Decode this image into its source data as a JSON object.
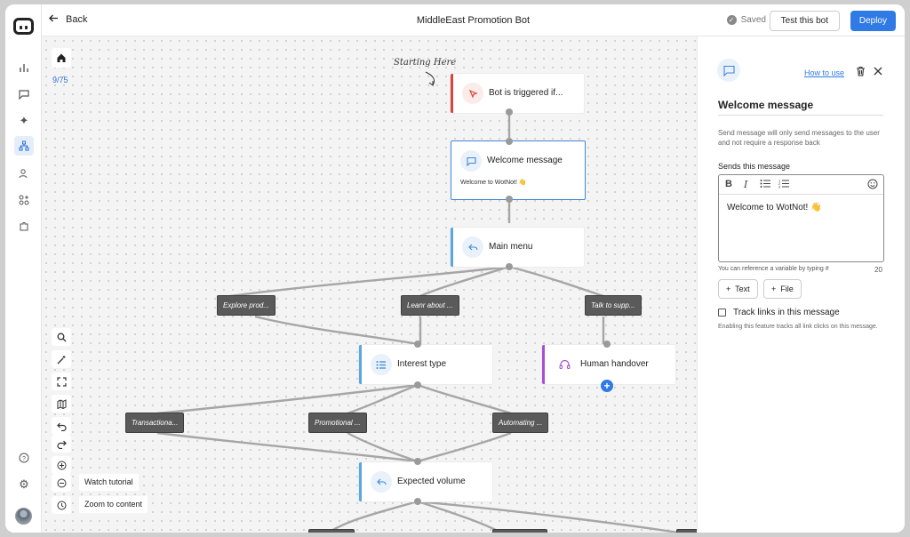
{
  "topbar": {
    "back_label": "Back",
    "title": "MiddleEast Promotion Bot",
    "saved_label": "Saved",
    "test_label": "Test this bot",
    "deploy_label": "Deploy"
  },
  "canvas": {
    "counter": "9/75",
    "annotation": "Starting Here",
    "nodes": {
      "trigger": "Bot is triggered if...",
      "welcome": "Welcome message",
      "welcome_sub": "Welcome to WotNot! 👋",
      "main_menu": "Main menu",
      "interest": "Interest type",
      "handover": "Human handover",
      "volume": "Expected volume"
    },
    "pills": {
      "explore": "Explore prod...",
      "learn": "Leanr about ...",
      "talk": "Talk to supp...",
      "transactional": "Transactiona...",
      "promotional": "Promotional ...",
      "automating": "Automating ..."
    },
    "tools": {
      "watch_tutorial": "Watch tutorial",
      "zoom_to_content": "Zoom to content"
    }
  },
  "panel": {
    "how_to_use": "How to use",
    "heading": "Welcome message",
    "description": "Send message will only send messages to the user and not require a response back",
    "sends_label": "Sends this message",
    "message": "Welcome to WotNot! 👋",
    "hint": "You can reference a variable by typing #",
    "char_count": "20",
    "text_btn": "Text",
    "file_btn": "File",
    "track_label": "Track links in this message",
    "track_note": "Enabling this feature tracks all link clicks on this message."
  },
  "colors": {
    "accent": "#2f7ae5",
    "trigger_bar": "#d9453c",
    "handover_bar": "#a64fd6",
    "node_bar": "#5aa6e0"
  }
}
